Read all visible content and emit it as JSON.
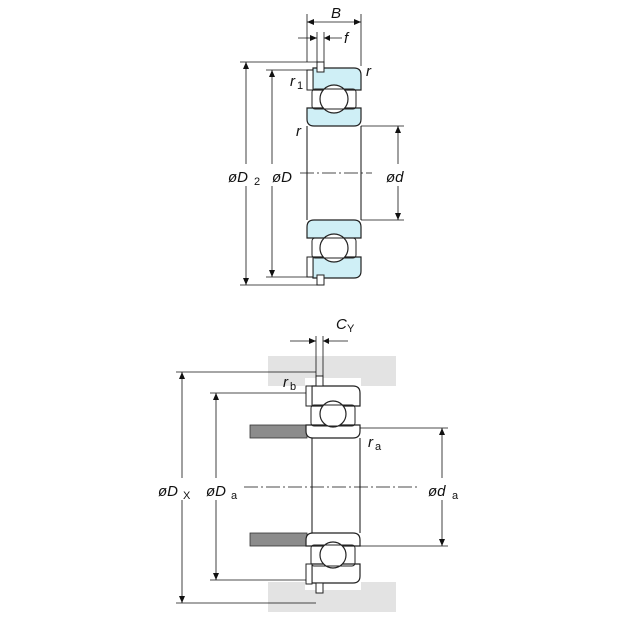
{
  "top_diagram": {
    "labels": {
      "B": "B",
      "f": "f",
      "r1": "r",
      "r1_sub": "1",
      "r_top": "r",
      "r_mid": "r",
      "D2": "øD",
      "D2_sub": "2",
      "D": "øD",
      "d": "ød"
    }
  },
  "bottom_diagram": {
    "labels": {
      "CY": "C",
      "CY_sub": "Y",
      "rb": "r",
      "rb_sub": "b",
      "ra": "r",
      "ra_sub": "a",
      "DX": "øD",
      "DX_sub": "X",
      "Da": "øD",
      "Da_sub": "a",
      "da": "ød",
      "da_sub": "a"
    }
  },
  "colors": {
    "ring_fill": "#cfeff6",
    "housing_fill": "#e3e3e3",
    "shaft_fill": "#8c8c8c"
  }
}
